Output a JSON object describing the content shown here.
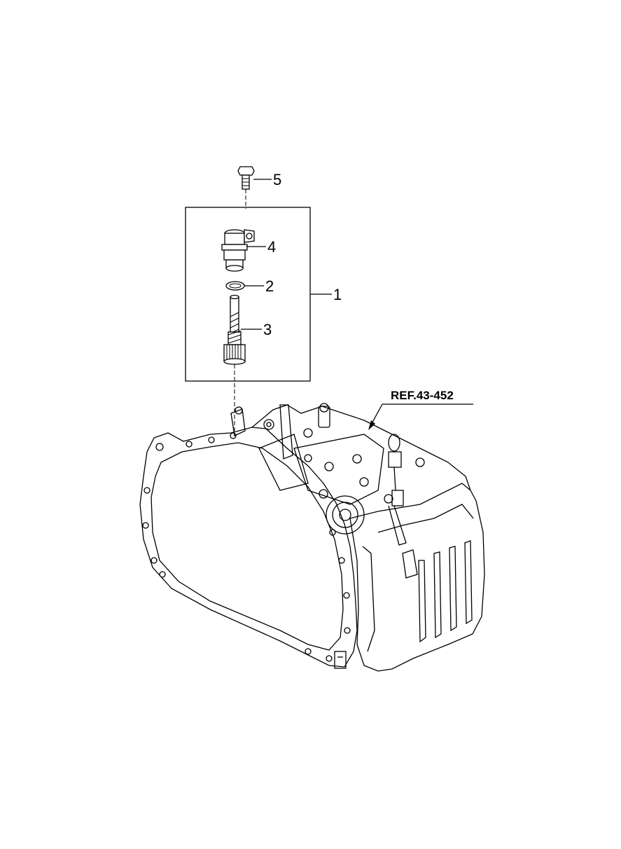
{
  "callouts": {
    "c1": "1",
    "c2": "2",
    "c3": "3",
    "c4": "4",
    "c5": "5"
  },
  "reference": "REF.43-452",
  "icons": [
    "bolt",
    "speed-sensor",
    "o-ring",
    "driven-gear",
    "transaxle-housing"
  ]
}
